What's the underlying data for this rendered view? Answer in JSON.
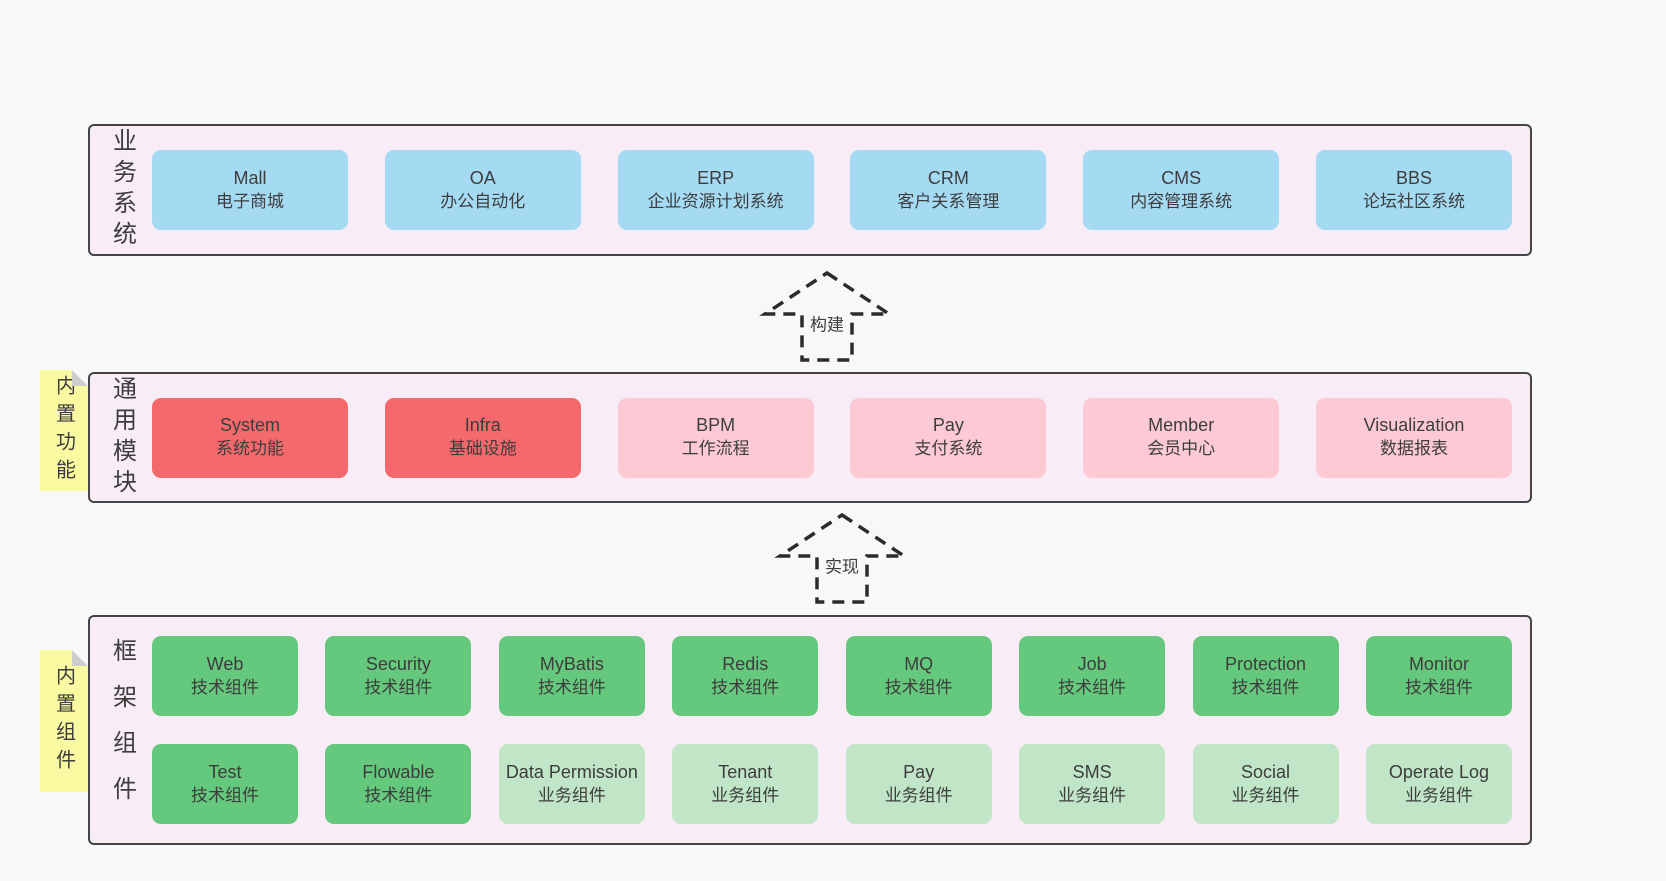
{
  "palette": {
    "page_bg": "#f8f8f8",
    "band_bg": "#f8edf6",
    "band_border": "#454545",
    "blue": "#a5daf3",
    "red": "#f4696c",
    "pink": "#fdc9d4",
    "green": "#64c87d",
    "light_green": "#c0e5c7",
    "sticky": "#f9f9a2",
    "sticky_fold": "#cccccc",
    "arrow_stroke": "#2b2b2b",
    "text": "#3d3d3d"
  },
  "bands": [
    {
      "id": "business-systems",
      "label": "业务系统",
      "sticky": null,
      "rows": [
        [
          {
            "title": "Mall",
            "subtitle": "电子商城",
            "color": "blue"
          },
          {
            "title": "OA",
            "subtitle": "办公自动化",
            "color": "blue"
          },
          {
            "title": "ERP",
            "subtitle": "企业资源计划系统",
            "color": "blue"
          },
          {
            "title": "CRM",
            "subtitle": "客户关系管理",
            "color": "blue"
          },
          {
            "title": "CMS",
            "subtitle": "内容管理系统",
            "color": "blue"
          },
          {
            "title": "BBS",
            "subtitle": "论坛社区系统",
            "color": "blue"
          }
        ]
      ]
    },
    {
      "id": "common-modules",
      "label": "通用模块",
      "sticky": "内置功能",
      "rows": [
        [
          {
            "title": "System",
            "subtitle": "系统功能",
            "color": "red"
          },
          {
            "title": "Infra",
            "subtitle": "基础设施",
            "color": "red"
          },
          {
            "title": "BPM",
            "subtitle": "工作流程",
            "color": "pink"
          },
          {
            "title": "Pay",
            "subtitle": "支付系统",
            "color": "pink"
          },
          {
            "title": "Member",
            "subtitle": "会员中心",
            "color": "pink"
          },
          {
            "title": "Visualization",
            "subtitle": "数据报表",
            "color": "pink"
          }
        ]
      ]
    },
    {
      "id": "framework-components",
      "label": "框架组件",
      "sticky": "内置组件",
      "rows": [
        [
          {
            "title": "Web",
            "subtitle": "技术组件",
            "color": "green"
          },
          {
            "title": "Security",
            "subtitle": "技术组件",
            "color": "green"
          },
          {
            "title": "MyBatis",
            "subtitle": "技术组件",
            "color": "green"
          },
          {
            "title": "Redis",
            "subtitle": "技术组件",
            "color": "green"
          },
          {
            "title": "MQ",
            "subtitle": "技术组件",
            "color": "green"
          },
          {
            "title": "Job",
            "subtitle": "技术组件",
            "color": "green"
          },
          {
            "title": "Protection",
            "subtitle": "技术组件",
            "color": "green"
          },
          {
            "title": "Monitor",
            "subtitle": "技术组件",
            "color": "green"
          }
        ],
        [
          {
            "title": "Test",
            "subtitle": "技术组件",
            "color": "green"
          },
          {
            "title": "Flowable",
            "subtitle": "技术组件",
            "color": "green"
          },
          {
            "title": "Data Permission",
            "subtitle": "业务组件",
            "color": "light_green"
          },
          {
            "title": "Tenant",
            "subtitle": "业务组件",
            "color": "light_green"
          },
          {
            "title": "Pay",
            "subtitle": "业务组件",
            "color": "light_green"
          },
          {
            "title": "SMS",
            "subtitle": "业务组件",
            "color": "light_green"
          },
          {
            "title": "Social",
            "subtitle": "业务组件",
            "color": "light_green"
          },
          {
            "title": "Operate Log",
            "subtitle": "业务组件",
            "color": "light_green"
          }
        ]
      ]
    }
  ],
  "arrows": [
    {
      "label": "构建"
    },
    {
      "label": "实现"
    }
  ]
}
